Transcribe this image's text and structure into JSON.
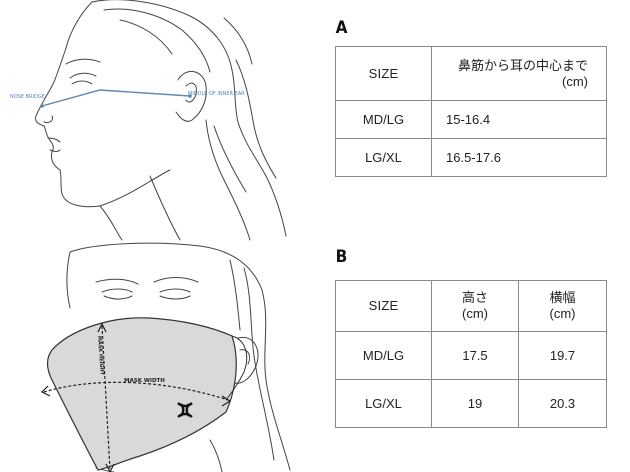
{
  "illustration_top": {
    "nose_label": "NOSE BRIDGE",
    "ear_label": "MIDDLE OF INNER EAR"
  },
  "illustration_bottom": {
    "width_label": "MASK WIDTH",
    "height_label": "MASK HEIGHT"
  },
  "table_a": {
    "letter": "A",
    "header": {
      "size": "SIZE",
      "measure_line1": "鼻筋から耳の中心まで",
      "measure_line2": "(cm)"
    },
    "rows": [
      {
        "size": "MD/LG",
        "value": "15-16.4"
      },
      {
        "size": "LG/XL",
        "value": "16.5-17.6"
      }
    ]
  },
  "table_b": {
    "letter": "B",
    "header": {
      "size": "SIZE",
      "height_line1": "高さ",
      "height_line2": "(cm)",
      "width_line1": "横幅",
      "width_line2": "(cm)"
    },
    "rows": [
      {
        "size": "MD/LG",
        "height": "17.5",
        "width": "19.7"
      },
      {
        "size": "LG/XL",
        "height": "19",
        "width": "20.3"
      }
    ]
  },
  "colors": {
    "measure_line": "#5b86b5",
    "mask_fill": "#d9d9d9",
    "border": "#8a8a8a"
  }
}
